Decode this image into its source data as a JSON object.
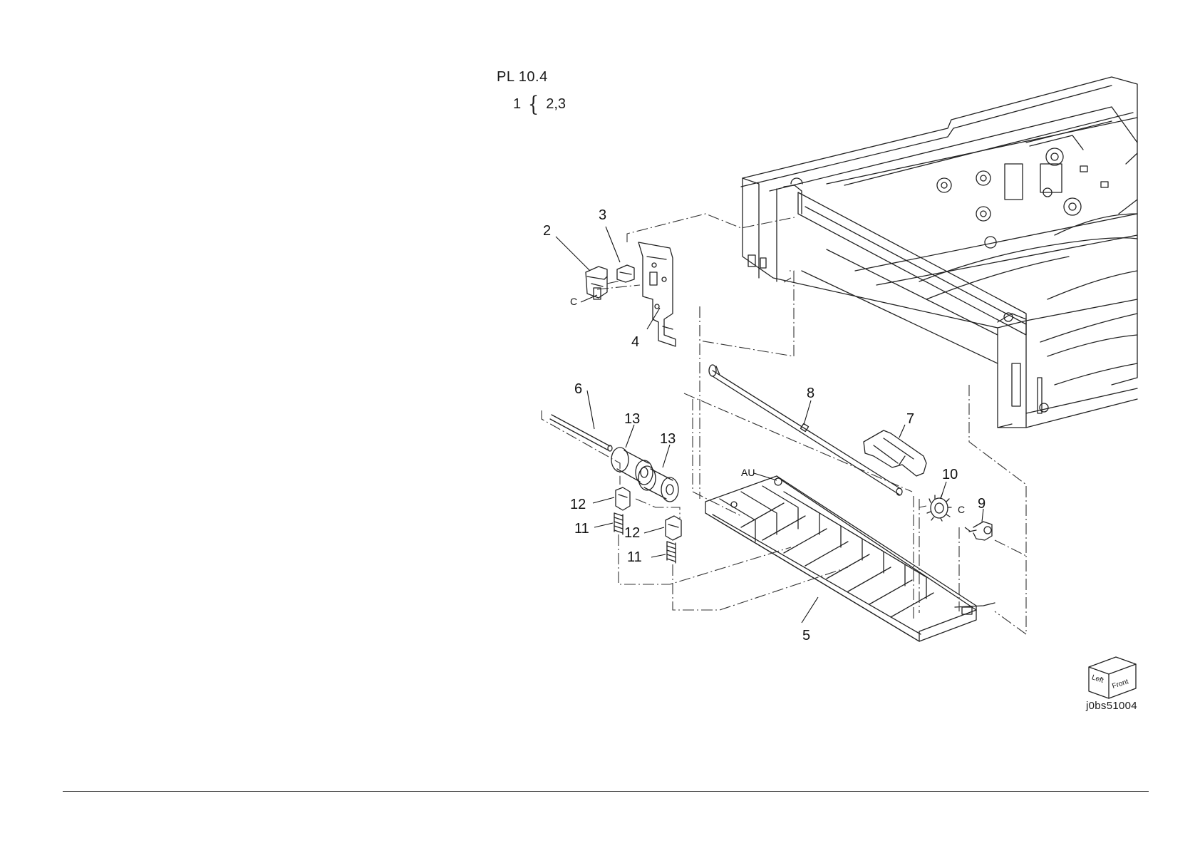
{
  "plate": {
    "title": "PL 10.4",
    "assembly_parent": "1",
    "assembly_children": "2,3"
  },
  "callouts": {
    "p2": "2",
    "p3": "3",
    "p4": "4",
    "p5": "5",
    "p6": "6",
    "p7": "7",
    "p8": "8",
    "p9": "9",
    "p10": "10",
    "p11a": "11",
    "p11b": "11",
    "p12a": "12",
    "p12b": "12",
    "p13a": "13",
    "p13b": "13",
    "c_left": "C",
    "c_right": "C",
    "au": "AU"
  },
  "orientation": {
    "left": "Left",
    "front": "Front"
  },
  "figure_id": "j0bs51004"
}
